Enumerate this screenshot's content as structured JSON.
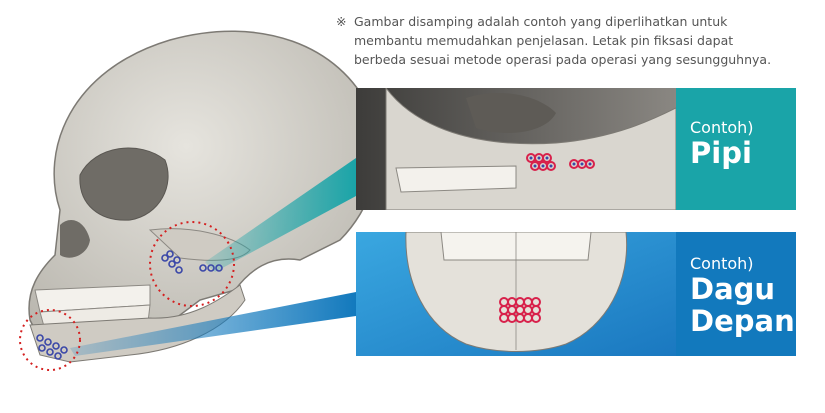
{
  "note": {
    "mark": "※",
    "lines": [
      "Gambar disamping adalah contoh yang diperlihatkan untuk",
      "membantu memudahkan penjelasan. Letak pin fiksasi dapat",
      "berbeda sesuai metode operasi pada operasi yang sesungguhnya."
    ]
  },
  "panels": [
    {
      "prefix": "Contoh)",
      "title_lines": [
        "Pipi"
      ],
      "color": "#1aa4a8"
    },
    {
      "prefix": "Contoh)",
      "title_lines": [
        "Dagu",
        "Depan"
      ],
      "color": "#1279bd"
    }
  ],
  "colors": {
    "bone": "#d9d6cf",
    "bone_shadow": "#9c9892",
    "pin_red": "#d8214b",
    "pin_blue": "#3a47a8",
    "circle_dotted": "#d42020"
  }
}
